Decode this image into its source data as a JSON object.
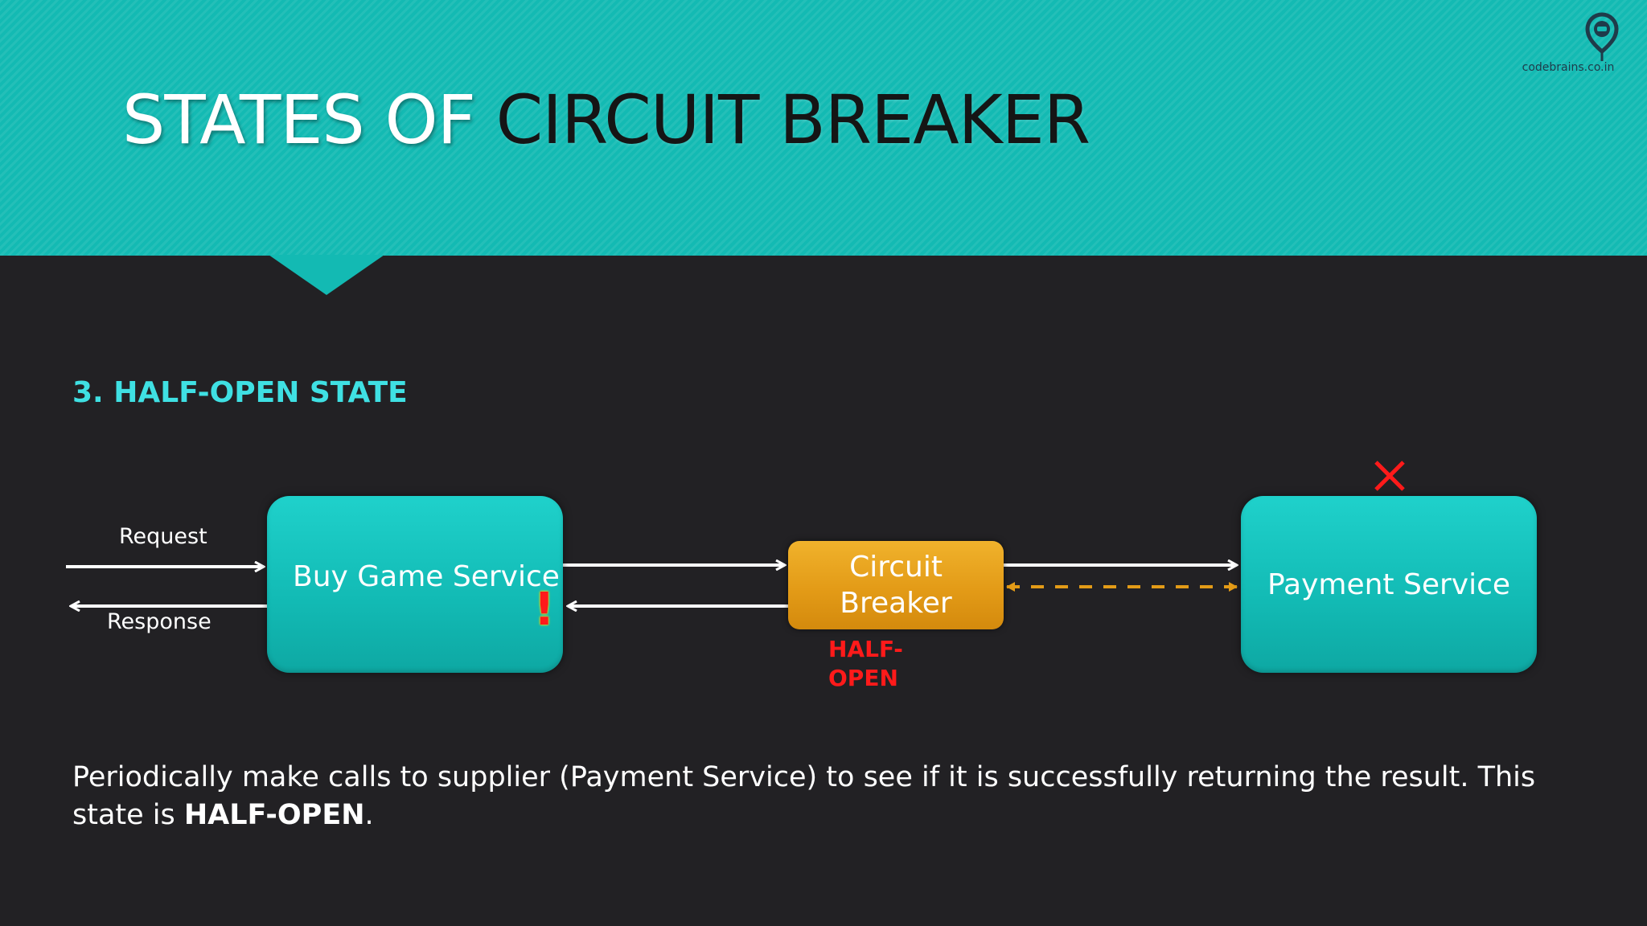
{
  "header": {
    "title_light": "STATES OF ",
    "title_dark": "CIRCUIT BREAKER",
    "logo_text": "codebrains.co.in",
    "logo_icon": "codebrains-pin-logo",
    "background_color": "#13bab3"
  },
  "section": {
    "heading": "3. HALF-OPEN STATE",
    "color": "#3fe0e3"
  },
  "diagram": {
    "request_label": "Request",
    "response_label": "Response",
    "buy_service": "Buy Game Service",
    "warning_icon": "exclamation-icon",
    "circuit_breaker_line1": "Circuit",
    "circuit_breaker_line2": "Breaker",
    "state_line1": "HALF-",
    "state_line2": "OPEN",
    "payment_service": "Payment Service",
    "failure_icon": "red-x-icon",
    "colors": {
      "service_box": "#13bab3",
      "breaker_box": "#e39b17",
      "state_text": "#ff1a1a",
      "dashed_probe": "#e39b17"
    }
  },
  "description": {
    "text": "Periodically make calls to supplier (Payment Service) to see if it is successfully returning the result. This state is ",
    "emphasis": "HALF-OPEN",
    "end": "."
  }
}
